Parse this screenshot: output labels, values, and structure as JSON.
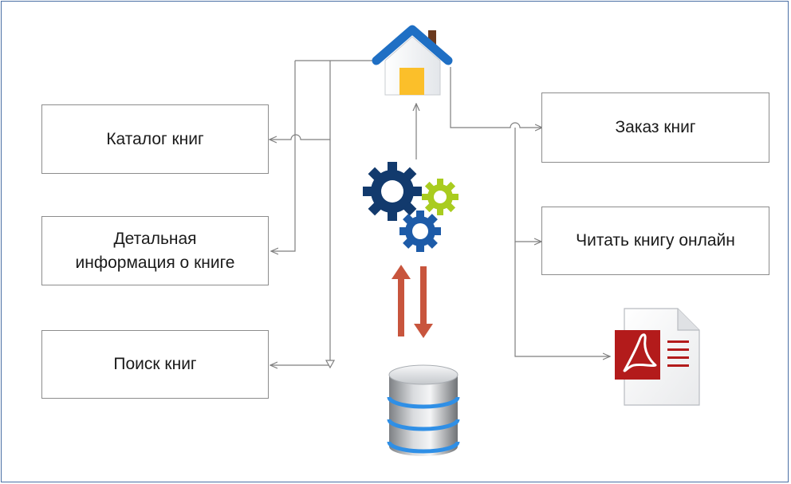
{
  "diagram": {
    "left_boxes": {
      "catalog": "Каталог книг",
      "details": "Детальная\nинформация о книге",
      "search": "Поиск книг"
    },
    "right_boxes": {
      "order": "Заказ книг",
      "read_online": "Читать книгу онлайн"
    },
    "icons": [
      "home-icon",
      "gears-icon",
      "sync-arrows-icon",
      "database-icon",
      "pdf-document-icon"
    ],
    "colors": {
      "connector": "#7f7f7f",
      "frame": "#4a6fa5",
      "house_roof": "#1f6fc4",
      "house_door": "#fbbf2a",
      "gear_dark": "#123a6d",
      "gear_blue": "#1d5ba8",
      "gear_green": "#a9cc1f",
      "arrows": "#c8553d",
      "pdf_red": "#b31b1b"
    }
  }
}
